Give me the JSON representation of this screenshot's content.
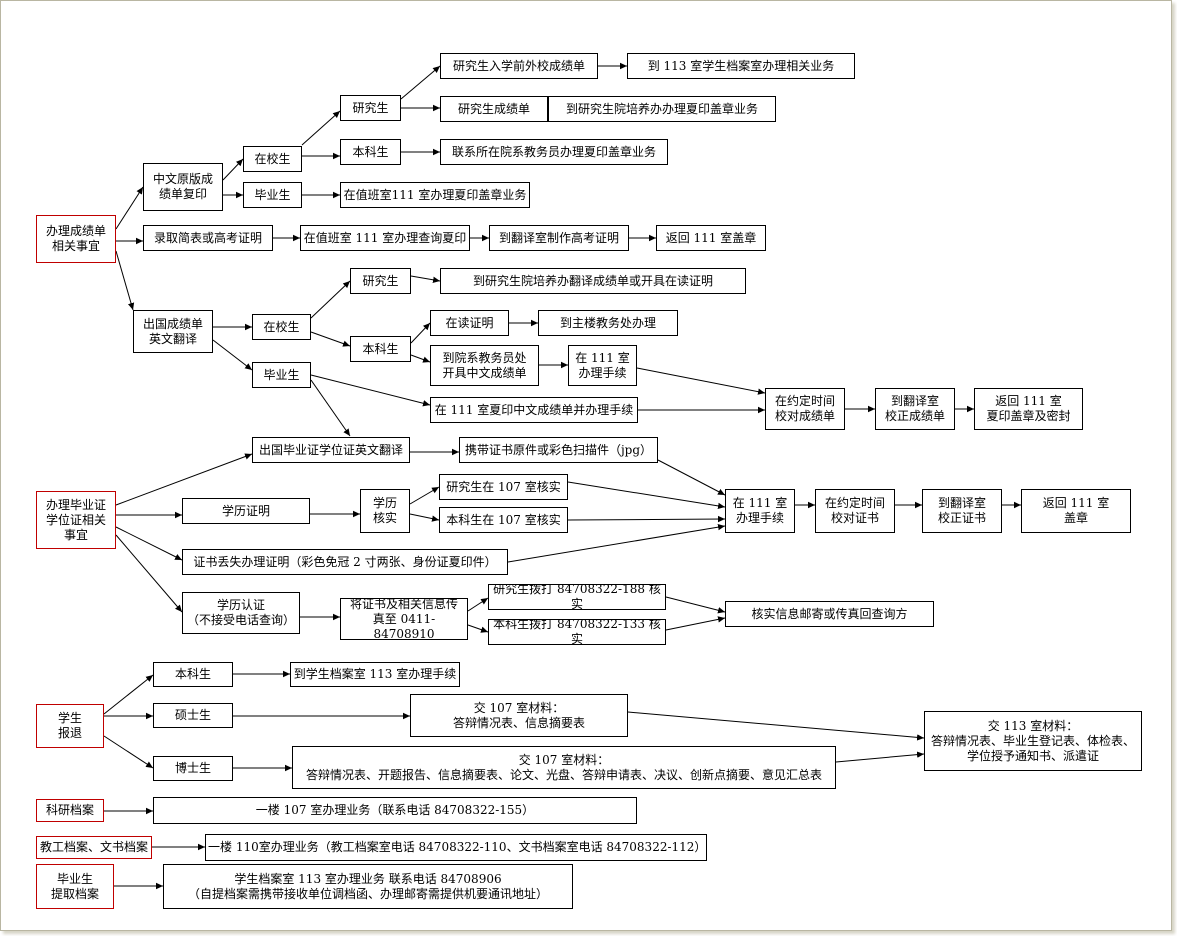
{
  "nodes": {
    "chengji": "办理成绩单\n相关事宜",
    "zhongwen": "中文原版成\n绩单复印",
    "zaixiao1": "在校生",
    "biye1": "毕业生",
    "yjs1": "研究生",
    "bks1": "本科生",
    "yjs_rxq": "研究生入学前外校成绩单",
    "dao113": "到 113 室学生档案室办理相关业务",
    "yjs_cjd": "研究生成绩单",
    "dao_yjsy_fy": "到研究生院培养办办理夏印盖章业务",
    "lianxi_jwy": "联系所在院系教务员办理夏印盖章业务",
    "zaizhiban": "在值班室111 室办理夏印盖章业务",
    "luqu": "录取简表或高考证明",
    "zaizhiban_cx": "在值班室 111 室办理查询夏印",
    "fanyi_gk": "到翻译室制作高考证明",
    "fanhui111": "返回 111 室盖章",
    "chuguo": "出国成绩单\n英文翻译",
    "zaixiao2": "在校生",
    "biye2": "毕业生",
    "yjs2": "研究生",
    "bks2": "本科生",
    "dao_yjsy_fy2": "到研究生院培养办翻译成绩单或开具在读证明",
    "zaidu": "在读证明",
    "zhulou": "到主楼教务处办理",
    "yuanxi": "到院系教务员处\n开具中文成绩单",
    "zai111a": "在  111  室\n办理手续",
    "zai111fy": "在 111 室夏印中文成绩单并办理手续",
    "yueding1": "在约定时间\n校对成绩单",
    "fanyi_jz1": "到翻译室\n校正成绩单",
    "fanhui_mf": "返回 111 室\n夏印盖章及密封",
    "biyezheng": "办理毕业证\n学位证相关\n事宜",
    "chuguo_by": "出国毕业证学位证英文翻译",
    "xiedai": "携带证书原件或彩色扫描件（jpg）",
    "xueli": "学历证明",
    "xueli_hs": "学历\n核实",
    "yjs107": "研究生在 107 室核实",
    "bks107": "本科生在 107 室核实",
    "zai111b": "在  111  室\n办理手续",
    "yueding2": "在约定时间\n校对证书",
    "fanyi_jz2": "到翻译室\n校正证书",
    "fanhui_gz": "返回 111 室\n盖章",
    "diushi": "证书丢失办理证明（彩色免冠 2 寸两张、身份证夏印件）",
    "renzheng": "学历认证\n（不接受电话查询）",
    "chuanzhen": "将证书及相关信息传\n真至 0411-84708910",
    "yjs_bd": "研究生拨打 84708322-188 核实",
    "bks_bd": "本科生拨打 84708322-133 核实",
    "heshi": "核实信息邮寄或传真回查询方",
    "baotui": "学生\n报退",
    "bks3": "本科生",
    "ssh": "硕士生",
    "bsh": "博士生",
    "dao_dax": "到学生档案室 113 室办理手续",
    "jiao107a": "交 107 室材料：\n答辩情况表、信息摘要表",
    "jiao107b": "交 107 室材料：\n答辩情况表、开题报告、信息摘要表、论文、光盘、答辩申请表、决议、创新点摘要、意见汇总表",
    "jiao113": "交 113 室材料：\n答辩情况表、毕业生登记表、体检表、\n学位授予通知书、派遣证",
    "keyan": "科研档案",
    "keyan_info": "一楼 107 室办理业务（联系电话 84708322-155）",
    "jiaogong": "教工档案、文书档案",
    "jiaogong_info": "一楼 110室办理业务（教工档案室电话  84708322-110、文书档案室电话  84708322-112）",
    "biye_tq": "毕业生\n提取档案",
    "biye_tq_info": "学生档案室 113 室办理业务    联系电话 84708906\n（自提档案需携带接收单位调档函、办理邮寄需提供机要通讯地址）"
  }
}
